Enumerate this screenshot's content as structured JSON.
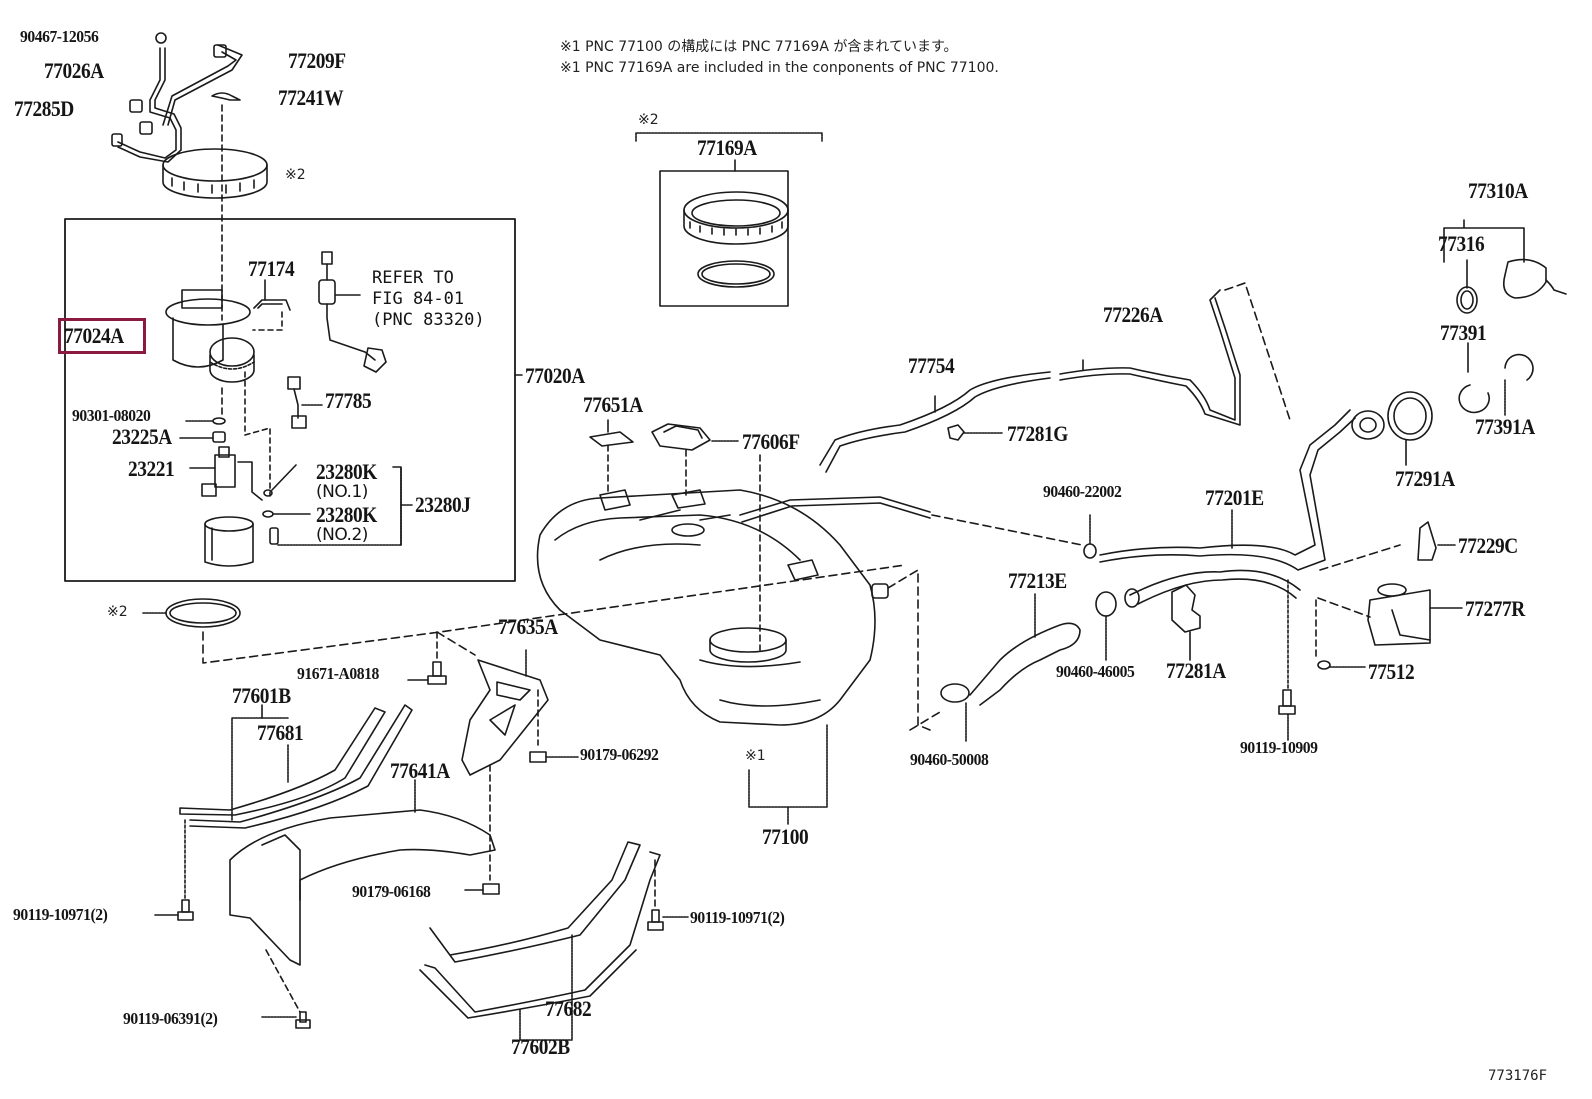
{
  "notes": {
    "jp": "※1 PNC 77100 の構成には PNC 77169A が含まれています。",
    "en": "※1 PNC 77169A are included in the conponents of PNC 77100."
  },
  "figure_number": "773176F",
  "highlight": {
    "part": "77024A",
    "color": "#8b1a3f"
  },
  "marks": {
    "m1": "※1",
    "m2": "※2"
  },
  "refer": {
    "line1": "REFER TO",
    "line2": "FIG 84-01",
    "line3": "(PNC 83320)"
  },
  "parts": {
    "p90467_12056": "90467-12056",
    "p77026A": "77026A",
    "p77285D": "77285D",
    "p77209F": "77209F",
    "p77241W": "77241W",
    "p77169A": "77169A",
    "p77310A": "77310A",
    "p77316": "77316",
    "p77391": "77391",
    "p77391A": "77391A",
    "p77291A": "77291A",
    "p77174": "77174",
    "p77024A": "77024A",
    "p77020A": "77020A",
    "p90301_08020": "90301-08020",
    "p23225A": "23225A",
    "p23221": "23221",
    "p77785": "77785",
    "p23280K_1": "23280K",
    "p23280K_1_sub": "(NO.1)",
    "p23280K_2": "23280K",
    "p23280K_2_sub": "(NO.2)",
    "p23280J": "23280J",
    "p77226A": "77226A",
    "p77754": "77754",
    "p77281G": "77281G",
    "p77651A": "77651A",
    "p77606F": "77606F",
    "p90460_22002": "90460-22002",
    "p77201E": "77201E",
    "p77229C": "77229C",
    "p77277R": "77277R",
    "p77213E": "77213E",
    "p90460_46005": "90460-46005",
    "p77281A": "77281A",
    "p77512": "77512",
    "p90119_10909": "90119-10909",
    "p90460_50008": "90460-50008",
    "p77100": "77100",
    "p91671_A0818": "91671-A0818",
    "p77635A": "77635A",
    "p77601B": "77601B",
    "p77681": "77681",
    "p77641A": "77641A",
    "p90179_06292": "90179-06292",
    "p90179_06168": "90179-06168",
    "p90119_10971_a": "90119-10971(2)",
    "p90119_10971_b": "90119-10971(2)",
    "p90119_06391": "90119-06391(2)",
    "p77682": "77682",
    "p77602B": "77602B"
  }
}
